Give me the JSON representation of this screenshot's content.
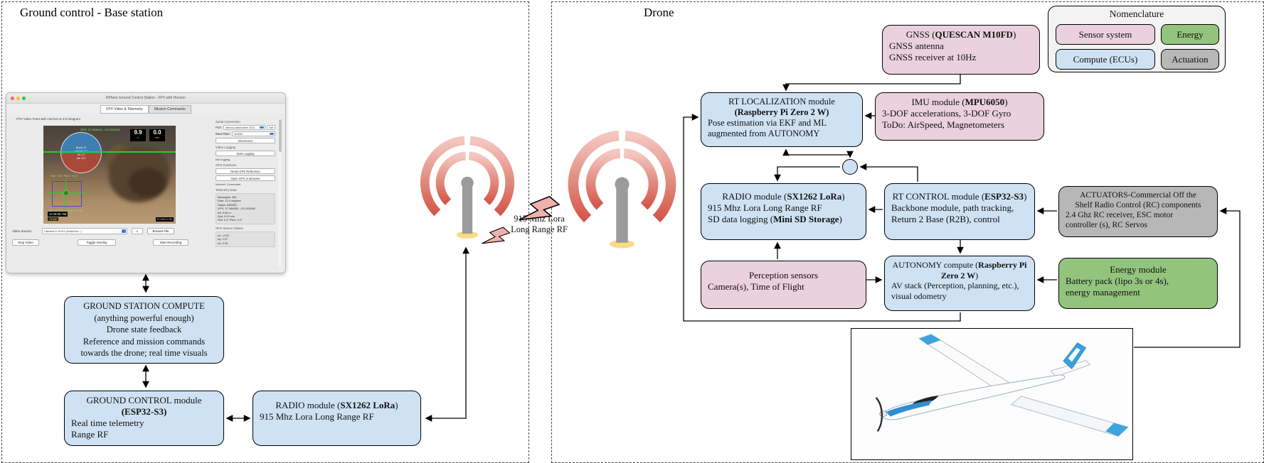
{
  "panels": {
    "ground": {
      "title": "Ground control - Base station"
    },
    "drone": {
      "title": "Drone"
    }
  },
  "legend": {
    "title": "Nomenclature",
    "items": [
      {
        "label": "Sensor system",
        "color": "#ead1dc"
      },
      {
        "label": "Energy",
        "color": "#93c47d"
      },
      {
        "label": "Compute (ECUs)",
        "color": "#cfe2f3"
      },
      {
        "label": "Actuation",
        "color": "#b7b7b7"
      }
    ]
  },
  "rf_link": {
    "line1": "915 Mhz Lora",
    "line2": "Long Range RF"
  },
  "boxes": {
    "gnss": {
      "t1": "GNSS (",
      "t2": "QUESCAN M10FD",
      "t3": ")",
      "l1": "GNSS antenna",
      "l2": "GNSS receiver at 10Hz"
    },
    "rtloc": {
      "t1": "RT LOCALIZATION module",
      "t2": "(Raspberry Pi Zero 2 W)",
      "l1": "Pose estimation via EKF and ML",
      "l2": "augmented from AUTONOMY"
    },
    "imu": {
      "t1": "IMU module (",
      "t2": "MPU6050",
      "t3": ")",
      "l1": "3-DOF accelerations, 3-DOF Gyro",
      "l2": "ToDo: AirSpeed, Magnetometers"
    },
    "radio_drone": {
      "t1": "RADIO module (",
      "t2": "SX1262 LoRa",
      "t3": ")",
      "l1": "915 Mhz Lora Long Range RF",
      "l2a": "SD data logging (",
      "l2b": "Mini SD Storage",
      "l2c": ")"
    },
    "rtcontrol": {
      "t1": "RT CONTROL module (",
      "t2": "ESP32-S3",
      "t3": ")",
      "l1": "Backbone module, path tracking,",
      "l2": "Return 2 Base (R2B), control"
    },
    "actuators": {
      "t1": "ACTUATORS-Commercial Off the",
      "t2": "Shelf Radio Control (RC) components",
      "l1": "2.4 Ghz RC receiver, ESC motor",
      "l2": "controller (s), RC Servos"
    },
    "perception": {
      "t1": "Perception sensors",
      "l1": "Camera(s), Time of Flight"
    },
    "autonomy": {
      "t1": "AUTONOMY compute (",
      "t2": "Raspberry Pi",
      "t3": "Zero 2 W",
      "t4": ")",
      "l1": "AV stack (Perception, planning, etc.),",
      "l2": "visual odometry"
    },
    "energy": {
      "t1": "Energy module",
      "l1": "Battery pack (lipo 3s or 4s),",
      "l2": "energy management"
    },
    "gsc": {
      "t1": "GROUND STATION COMPUTE",
      "l1": "(anything powerful enough)",
      "l2": "Drone state feedback",
      "l3": "Reference and mission commands",
      "l4": "towards the drone; real time visuals"
    },
    "gcontrol": {
      "t1": "GROUND CONTROL module",
      "t2": "(ESP32-S3)",
      "l1": "Real time telemetry",
      "l2": "Range RF"
    },
    "radio_ground": {
      "t1": "RADIO module (",
      "t2": "SX1262 LoRa",
      "t3": ")",
      "l1": "915 Mhz Lora Long Range RF"
    }
  },
  "app": {
    "window_title": "RPlane Ground Control Station - FPV with Horizon",
    "tabs": [
      "FPV Video & Telemetry",
      "Mission Commands"
    ],
    "feed_label": "FPV Video Feed with Horizon & 3-D Diagram",
    "overlay": {
      "gps": "GPS: 37.3648XX, -122.0033XX",
      "alt": "9.9",
      "alt_unit": "m",
      "spd": "0.0",
      "spd_unit": "m/s",
      "attitude": [
        "alt (m): 10",
        "spd (m): 7.2",
        "thr: 1.2",
        "bat: 11.9"
      ],
      "rollpitch": "Roll: +0.5°  Pitch: +0.3°",
      "accel": "Ax: +0.2  Ay: +2.8  Az: +0.99",
      "timestamp": "12:16:05.708",
      "home": "HOME",
      "status": "FLYING  0.0M"
    },
    "controls": {
      "video_source_label": "Video Source:",
      "video_source_value": "Camera 0: KIYO (0x46d:0x...)",
      "index_value": "0",
      "browse": "Browse File",
      "stop": "Stop Video",
      "toggle": "Toggle Overlay",
      "record": "Start Recording"
    },
    "sidebar": {
      "serial_header": "Serial Connection",
      "port_label": "Port:",
      "port_value": "/dev/cu.usbmodem 1101",
      "scan": "Set",
      "baud_label": "Baud Rate:",
      "baud_value": "115200",
      "disconnect": "Disconnect",
      "video_logging_header": "Video Logging",
      "start_logging": "Start Logging",
      "not_logging": "Not logging",
      "gps_header": "GPS Functions",
      "reset_gps": "Reset GPS Reference",
      "open_gps": "Open GPS in Browser",
      "internet": "Internet: Connected",
      "telemetry_header": "Telemetry Data",
      "telemetry": [
        "Messages: 364",
        "Rate: 11.6 msg/sec",
        "Status: ARMED",
        "GPS: 37.384883, -122.003080",
        "Alt: 9.89 m",
        "Spd: 0.00 m/s",
        "Roll: 0.0°  Pitch: 0.0°"
      ],
      "gps_values_header": "GPS Sensor Values",
      "gps_values": [
        "Ax: -0.25",
        "Ay: 2.07",
        "Az: 0.99"
      ]
    }
  },
  "colors": {
    "sensor_system": "#ead1dc",
    "energy": "#93c47d",
    "compute_ecus": "#cfe2f3",
    "actuation": "#b7b7b7",
    "antenna_red": "#d4584a",
    "accent_blue": "#2f7cf6"
  }
}
